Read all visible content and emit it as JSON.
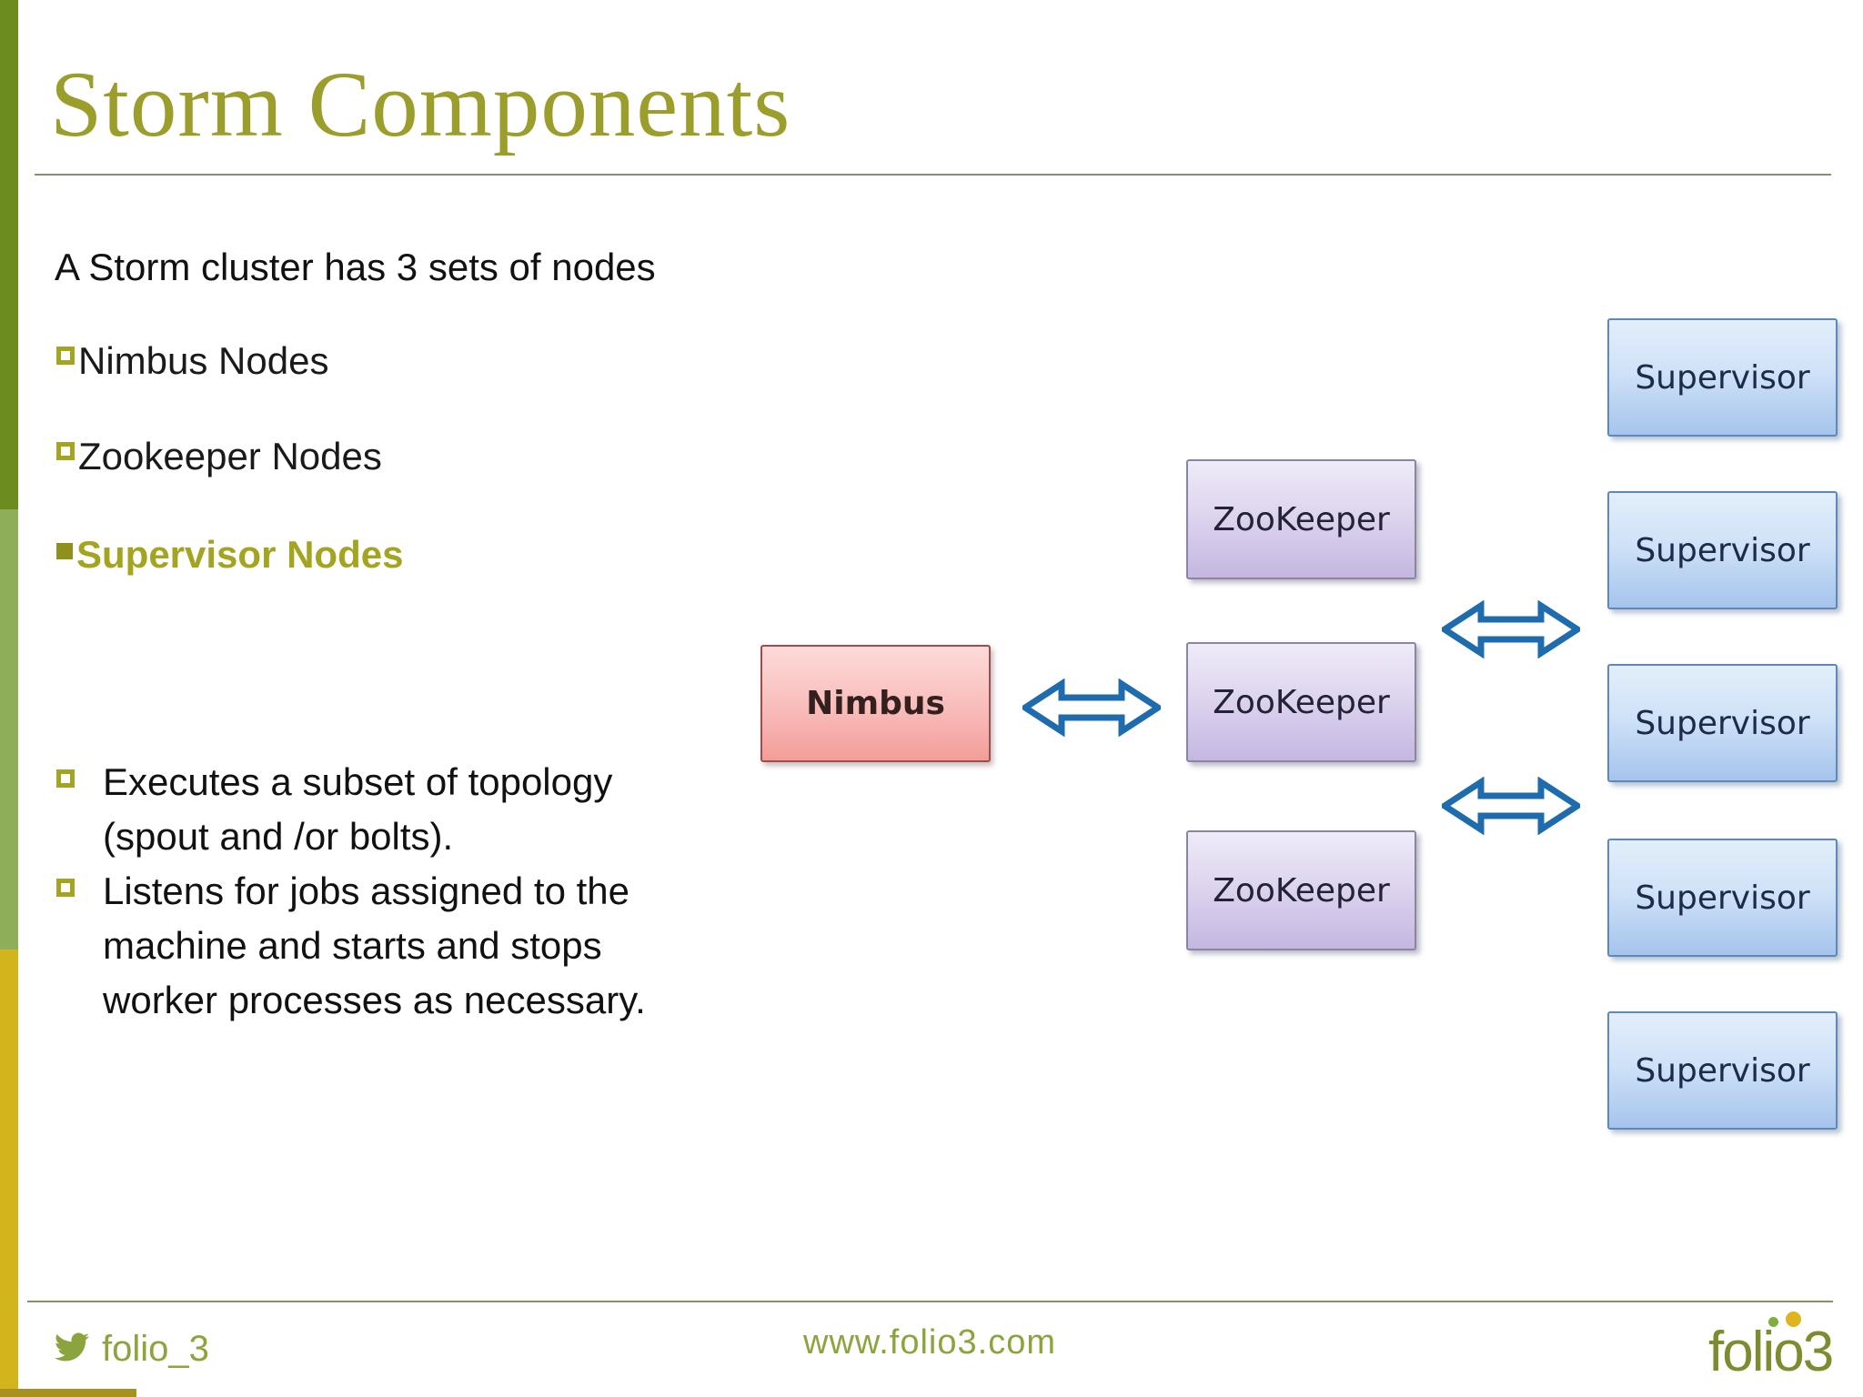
{
  "slide": {
    "title": "Storm Components",
    "intro": "A Storm cluster has 3 sets of nodes",
    "bullets": [
      {
        "label": "Nimbus Nodes",
        "style": "hollow-square"
      },
      {
        "label": "Zookeeper Nodes",
        "style": "hollow-square"
      },
      {
        "label": "Supervisor Nodes",
        "style": "filled-square-highlight"
      }
    ],
    "detail_bullets": [
      {
        "lines": [
          "Executes a subset of topology",
          "(spout and /or bolts)."
        ]
      },
      {
        "lines": [
          "Listens for jobs assigned to the",
          "machine and starts and stops",
          "worker processes as necessary."
        ]
      }
    ]
  },
  "diagram": {
    "nimbus": {
      "label": "Nimbus"
    },
    "zookeepers": [
      {
        "label": "ZooKeeper"
      },
      {
        "label": "ZooKeeper"
      },
      {
        "label": "ZooKeeper"
      }
    ],
    "supervisors": [
      {
        "label": "Supervisor"
      },
      {
        "label": "Supervisor"
      },
      {
        "label": "Supervisor"
      },
      {
        "label": "Supervisor"
      },
      {
        "label": "Supervisor"
      }
    ],
    "arrows": [
      {
        "between": "Nimbus and ZooKeeper",
        "type": "double-headed"
      },
      {
        "between": "ZooKeeper and Supervisor",
        "type": "double-headed"
      },
      {
        "between": "ZooKeeper and Supervisor",
        "type": "double-headed"
      }
    ]
  },
  "footer": {
    "twitter_handle": "folio_3",
    "website": "www.folio3.com",
    "logo_text": "folio3"
  },
  "colors": {
    "title_olive": "#9c9e2c",
    "bullet_olive": "#a3a41f",
    "stripe_top_green": "#6d8c1f",
    "stripe_mid_green": "#8fae5a",
    "stripe_gold": "#d2b41d",
    "arrow_blue": "#1e6cae",
    "nimbus_fill_top": "#fcdbda",
    "nimbus_fill_bottom": "#f49d99",
    "zookeeper_fill_top": "#efebf8",
    "zookeeper_fill_bottom": "#c5b7e1",
    "supervisor_fill_top": "#e3eefb",
    "supervisor_fill_bottom": "#a6c4ec",
    "footer_green": "#8ba43d",
    "logo_olive": "#7d8c2e"
  }
}
